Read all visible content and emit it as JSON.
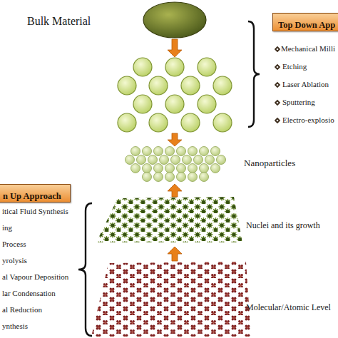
{
  "diagram": {
    "nodes": [
      {
        "text": [
          "Top Down App"
        ]
      },
      {
        "text": [
          "n Up Approach"
        ]
      }
    ],
    "labels": [
      "Bulk Material",
      "Mechanical Milli",
      "Etching",
      "Laser Ablation",
      "Sputtering",
      "Electro-explosio",
      "Nanoparticles",
      "itical Fluid Synthesis",
      "ing",
      "Process",
      "yrolysis",
      "al Vapour Deposition",
      "lar Condensation",
      "al Reduction",
      "ynthesis",
      "Nuclei and its growth",
      "Molecular/Atomic Level"
    ]
  }
}
